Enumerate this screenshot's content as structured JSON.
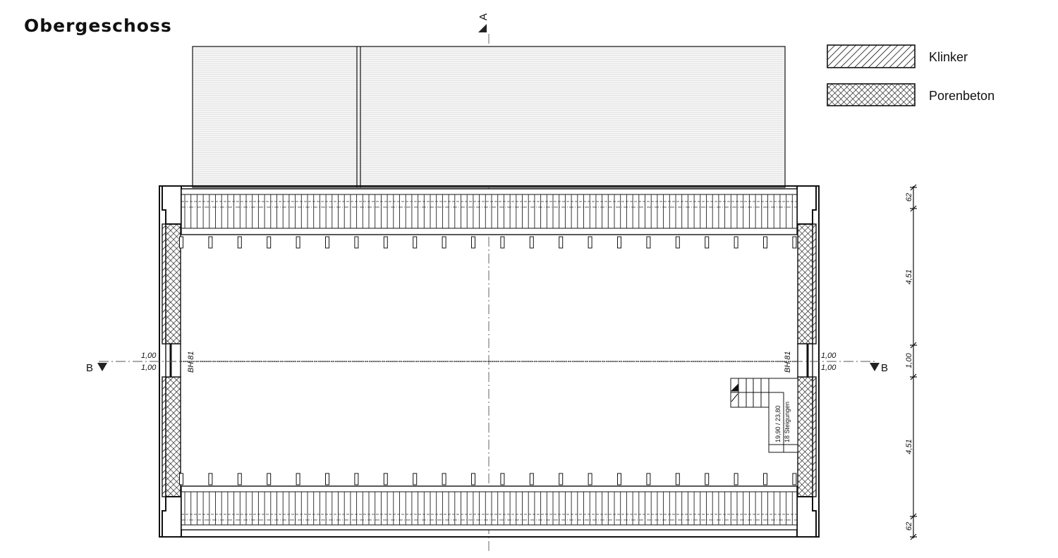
{
  "title": "Obergeschoss",
  "legend": [
    {
      "label": "Klinker",
      "pattern": "diagonal-hatch"
    },
    {
      "label": "Porenbeton",
      "pattern": "cross-hatch"
    }
  ],
  "sections": {
    "a": "A",
    "b_left": "B",
    "b_right": "B"
  },
  "opening": {
    "left_top": "1,00",
    "left_bottom": "1,00",
    "right_top": "1,00",
    "right_bottom": "1,00",
    "left_sill": "BH 81",
    "right_sill": "BH 81"
  },
  "stair": {
    "ratio": "19,90 / 23,80",
    "steps": "18 Steigungen"
  },
  "dimensions": [
    "62",
    "4,51",
    "1,00",
    "4,51",
    "62"
  ],
  "colors": {
    "line": "#111111",
    "roof_fill": "#f2f2f2"
  }
}
